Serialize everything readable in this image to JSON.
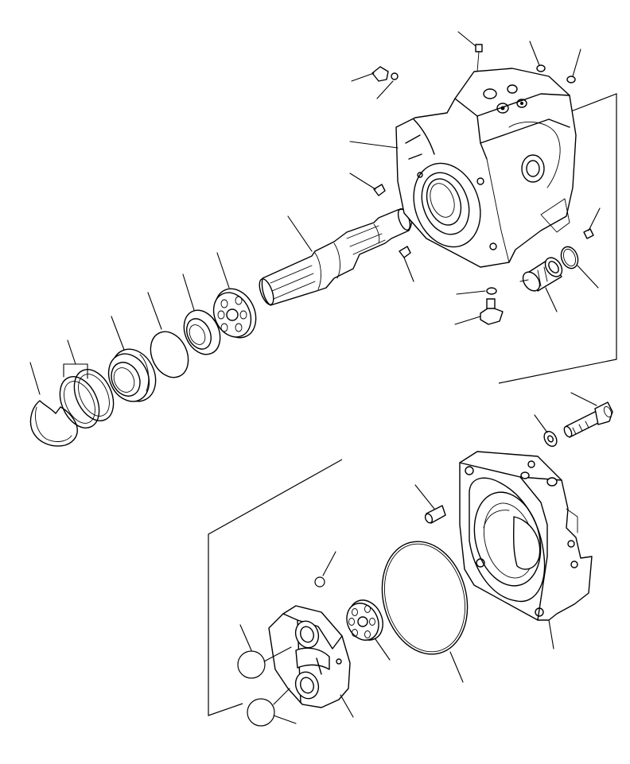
{
  "diagram": {
    "kind": "exploded-parts-view",
    "parts": [
      {
        "name": "snap-ring"
      },
      {
        "name": "shim-rings"
      },
      {
        "name": "oil-seal"
      },
      {
        "name": "o-ring-seal"
      },
      {
        "name": "bearing-outer"
      },
      {
        "name": "roller-bearing"
      },
      {
        "name": "drive-shaft"
      },
      {
        "name": "pump-case"
      },
      {
        "name": "plug-bolt-top"
      },
      {
        "name": "mounting-bolt"
      },
      {
        "name": "case-o-ring"
      },
      {
        "name": "servo-sleeve"
      },
      {
        "name": "plug-fitting"
      },
      {
        "name": "end-cover"
      },
      {
        "name": "cap-screw"
      },
      {
        "name": "washer"
      },
      {
        "name": "dowel-pin"
      },
      {
        "name": "gasket-o-ring"
      },
      {
        "name": "rear-bearing"
      },
      {
        "name": "valve-plate"
      },
      {
        "name": "steel-ball"
      },
      {
        "name": "large-ball-upper"
      },
      {
        "name": "large-ball-lower"
      }
    ]
  }
}
